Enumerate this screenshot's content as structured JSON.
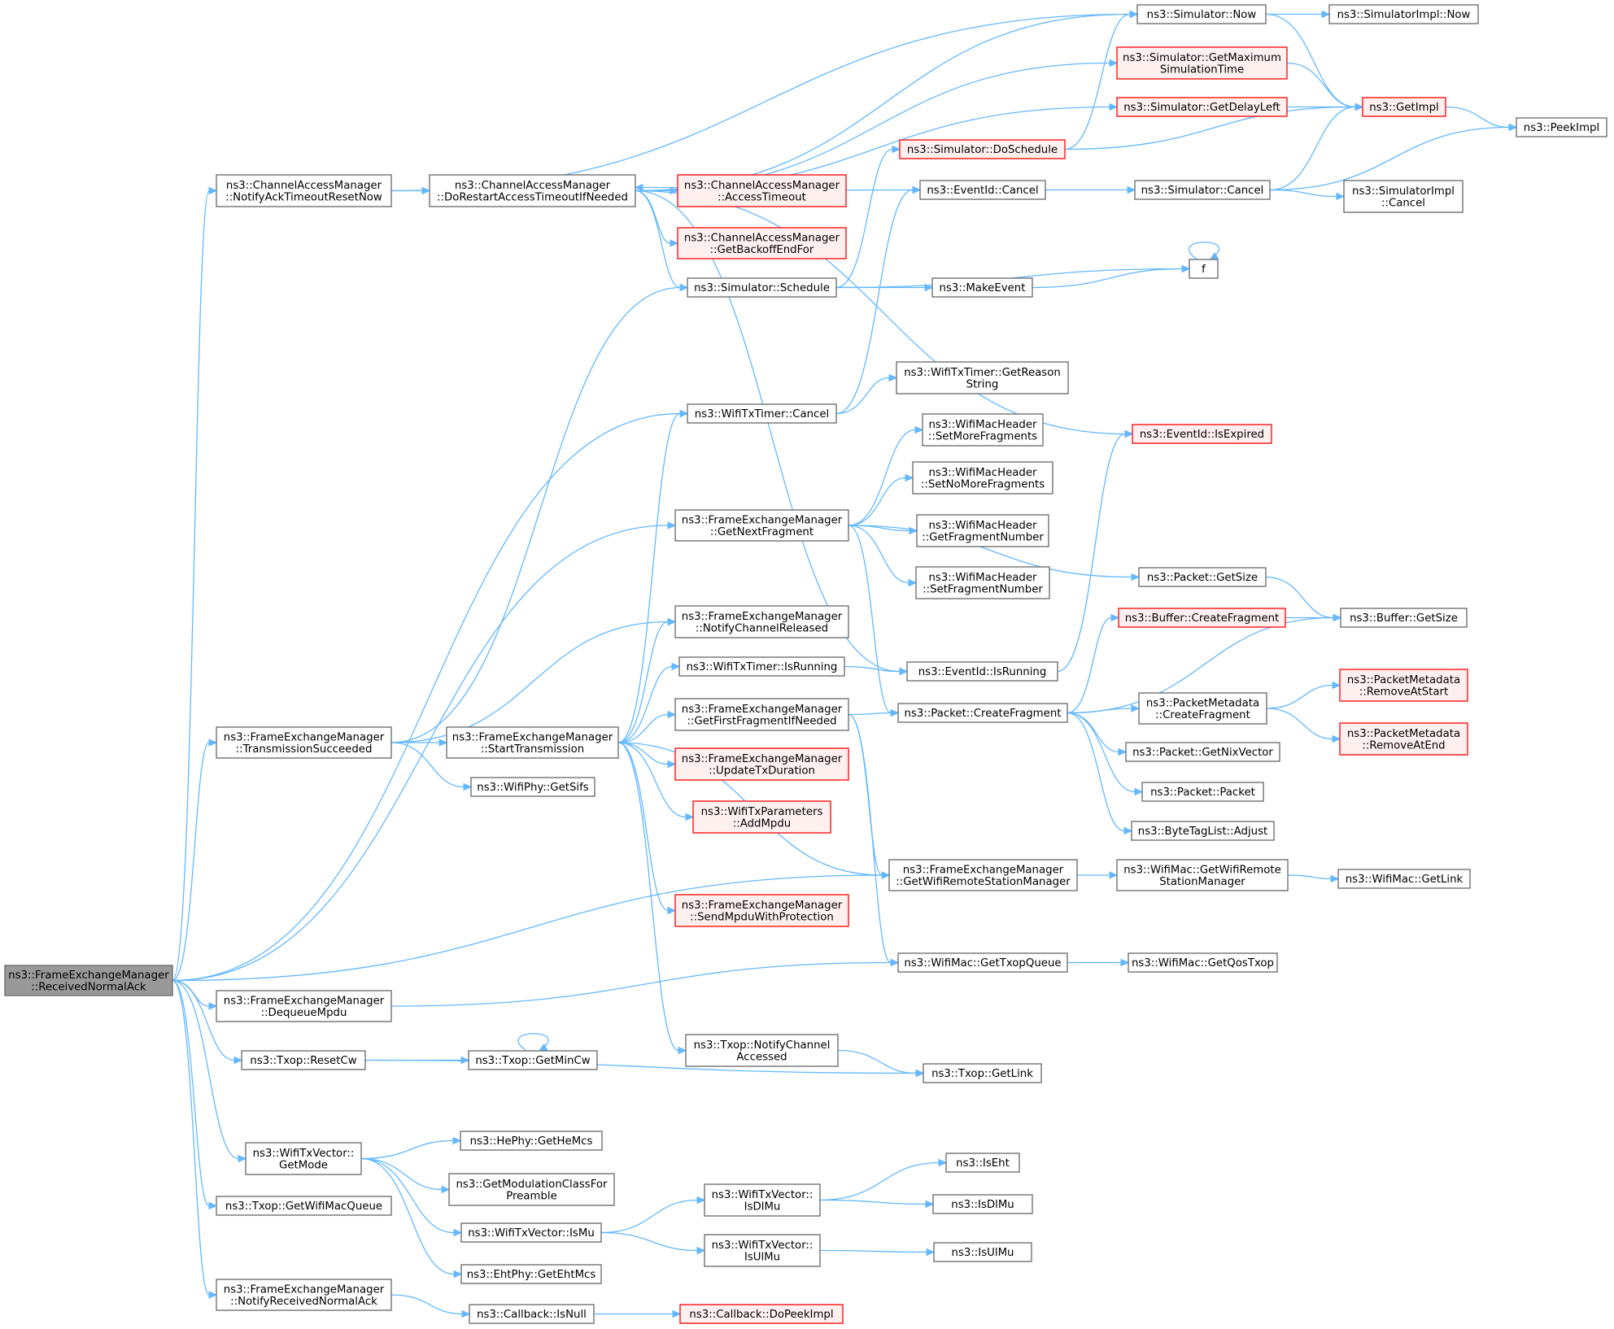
{
  "nodes": {
    "root": [
      "ns3::FrameExchangeManager",
      "::ReceivedNormalAck"
    ],
    "notifyAckTimeout": [
      "ns3::ChannelAccessManager",
      "::NotifyAckTimeoutResetNow"
    ],
    "doRestart": [
      "ns3::ChannelAccessManager",
      "::DoRestartAccessTimeoutIfNeeded"
    ],
    "simNow": [
      "ns3::Simulator::Now"
    ],
    "simImplNow": [
      "ns3::SimulatorImpl::Now"
    ],
    "getMaxSim": [
      "ns3::Simulator::GetMaximum",
      "SimulationTime"
    ],
    "getImpl": [
      "ns3::GetImpl"
    ],
    "peekImpl": [
      "ns3::PeekImpl"
    ],
    "getDelayLeft": [
      "ns3::Simulator::GetDelayLeft"
    ],
    "doSchedule": [
      "ns3::Simulator::DoSchedule"
    ],
    "accessTimeout": [
      "ns3::ChannelAccessManager",
      "::AccessTimeout"
    ],
    "eventCancel": [
      "ns3::EventId::Cancel"
    ],
    "simCancel": [
      "ns3::Simulator::Cancel"
    ],
    "simImplCancel": [
      "ns3::SimulatorImpl",
      "::Cancel"
    ],
    "getBackoff": [
      "ns3::ChannelAccessManager",
      "::GetBackoffEndFor"
    ],
    "f": [
      "f"
    ],
    "schedule": [
      "ns3::Simulator::Schedule"
    ],
    "makeEvent": [
      "ns3::MakeEvent"
    ],
    "getReason": [
      "ns3::WifiTxTimer::GetReason",
      "String"
    ],
    "txTimerCancel": [
      "ns3::WifiTxTimer::Cancel"
    ],
    "isExpired": [
      "ns3::EventId::IsExpired"
    ],
    "setMoreFrag": [
      "ns3::WifiMacHeader",
      "::SetMoreFragments"
    ],
    "setNoMoreFrag": [
      "ns3::WifiMacHeader",
      "::SetNoMoreFragments"
    ],
    "getNextFrag": [
      "ns3::FrameExchangeManager",
      "::GetNextFragment"
    ],
    "getFragNum": [
      "ns3::WifiMacHeader",
      "::GetFragmentNumber"
    ],
    "setFragNum": [
      "ns3::WifiMacHeader",
      "::SetFragmentNumber"
    ],
    "pktGetSize": [
      "ns3::Packet::GetSize"
    ],
    "bufCreateFrag": [
      "ns3::Buffer::CreateFragment"
    ],
    "bufGetSize": [
      "ns3::Buffer::GetSize"
    ],
    "notifyChanReleased": [
      "ns3::FrameExchangeManager",
      "::NotifyChannelReleased"
    ],
    "txTimerIsRunning": [
      "ns3::WifiTxTimer::IsRunning"
    ],
    "eventIsRunning": [
      "ns3::EventId::IsRunning"
    ],
    "pmRemoveStart": [
      "ns3::PacketMetadata",
      "::RemoveAtStart"
    ],
    "getFirstFrag": [
      "ns3::FrameExchangeManager",
      "::GetFirstFragmentIfNeeded"
    ],
    "pktCreateFrag": [
      "ns3::Packet::CreateFragment"
    ],
    "pmCreateFrag": [
      "ns3::PacketMetadata",
      "::CreateFragment"
    ],
    "pmRemoveEnd": [
      "ns3::PacketMetadata",
      "::RemoveAtEnd"
    ],
    "txSucceeded": [
      "ns3::FrameExchangeManager",
      "::TransmissionSucceeded"
    ],
    "startTx": [
      "ns3::FrameExchangeManager",
      "::StartTransmission"
    ],
    "updateTxDur": [
      "ns3::FrameExchangeManager",
      "::UpdateTxDuration"
    ],
    "getNixVector": [
      "ns3::Packet::GetNixVector"
    ],
    "getSifs": [
      "ns3::WifiPhy::GetSifs"
    ],
    "packet": [
      "ns3::Packet::Packet"
    ],
    "addMpdu": [
      "ns3::WifiTxParameters",
      "::AddMpdu"
    ],
    "byteTagAdjust": [
      "ns3::ByteTagList::Adjust"
    ],
    "getWifiRsm": [
      "ns3::FrameExchangeManager",
      "::GetWifiRemoteStationManager"
    ],
    "macGetWifiRsm": [
      "ns3::WifiMac::GetWifiRemote",
      "StationManager"
    ],
    "macGetLink": [
      "ns3::WifiMac::GetLink"
    ],
    "sendMpdu": [
      "ns3::FrameExchangeManager",
      "::SendMpduWithProtection"
    ],
    "getTxopQueue": [
      "ns3::WifiMac::GetTxopQueue"
    ],
    "getQosTxop": [
      "ns3::WifiMac::GetQosTxop"
    ],
    "dequeueMpdu": [
      "ns3::FrameExchangeManager",
      "::DequeueMpdu"
    ],
    "notifyChanAccessed": [
      "ns3::Txop::NotifyChannel",
      "Accessed"
    ],
    "resetCw": [
      "ns3::Txop::ResetCw"
    ],
    "getMinCw": [
      "ns3::Txop::GetMinCw"
    ],
    "txopGetLink": [
      "ns3::Txop::GetLink"
    ],
    "getHeMcs": [
      "ns3::HePhy::GetHeMcs"
    ],
    "txVecGetMode": [
      "ns3::WifiTxVector::",
      "GetMode"
    ],
    "isEht": [
      "ns3::IsEht"
    ],
    "getModClass": [
      "ns3::GetModulationClassFor",
      "Preamble"
    ],
    "txVecIsDlMu": [
      "ns3::WifiTxVector::",
      "IsDlMu"
    ],
    "isDlMu": [
      "ns3::IsDlMu"
    ],
    "getWifiMacQueue": [
      "ns3::Txop::GetWifiMacQueue"
    ],
    "txVecIsMu": [
      "ns3::WifiTxVector::IsMu"
    ],
    "txVecIsUlMu": [
      "ns3::WifiTxVector::",
      "IsUlMu"
    ],
    "isUlMu": [
      "ns3::IsUlMu"
    ],
    "getEhtMcs": [
      "ns3::EhtPhy::GetEhtMcs"
    ],
    "notifyRecvAck": [
      "ns3::FrameExchangeManager",
      "::NotifyReceivedNormalAck"
    ],
    "cbIsNull": [
      "ns3::Callback::IsNull"
    ],
    "cbDoPeek": [
      "ns3::Callback::DoPeekImpl"
    ]
  },
  "truncated_nodes": [
    "getMaxSim",
    "getImpl",
    "getDelayLeft",
    "doSchedule",
    "accessTimeout",
    "getBackoff",
    "isExpired",
    "bufCreateFrag",
    "pmRemoveStart",
    "pmRemoveEnd",
    "updateTxDur",
    "addMpdu",
    "sendMpdu",
    "cbDoPeek"
  ],
  "root_node": "root",
  "edges": [
    [
      "root",
      "notifyAckTimeout"
    ],
    [
      "root",
      "txTimerCancel"
    ],
    [
      "root",
      "getNextFrag"
    ],
    [
      "root",
      "txSucceeded"
    ],
    [
      "root",
      "getWifiRsm"
    ],
    [
      "root",
      "dequeueMpdu"
    ],
    [
      "root",
      "resetCw"
    ],
    [
      "root",
      "txVecGetMode"
    ],
    [
      "root",
      "getWifiMacQueue"
    ],
    [
      "root",
      "notifyRecvAck"
    ],
    [
      "notifyAckTimeout",
      "simNow"
    ],
    [
      "notifyAckTimeout",
      "doRestart"
    ],
    [
      "doRestart",
      "simNow"
    ],
    [
      "doRestart",
      "getMaxSim"
    ],
    [
      "doRestart",
      "getDelayLeft"
    ],
    [
      "doRestart",
      "accessTimeout"
    ],
    [
      "doRestart",
      "eventCancel"
    ],
    [
      "doRestart",
      "getBackoff"
    ],
    [
      "doRestart",
      "schedule"
    ],
    [
      "doRestart",
      "isExpired"
    ],
    [
      "doRestart",
      "eventIsRunning"
    ],
    [
      "accessTimeout",
      "doRestart"
    ],
    [
      "simNow",
      "simImplNow"
    ],
    [
      "simNow",
      "getImpl"
    ],
    [
      "getMaxSim",
      "getImpl"
    ],
    [
      "getDelayLeft",
      "getImpl"
    ],
    [
      "getImpl",
      "peekImpl"
    ],
    [
      "doSchedule",
      "simNow"
    ],
    [
      "doSchedule",
      "getImpl"
    ],
    [
      "eventCancel",
      "simCancel"
    ],
    [
      "simCancel",
      "getImpl"
    ],
    [
      "simCancel",
      "peekImpl"
    ],
    [
      "simCancel",
      "simImplCancel"
    ],
    [
      "schedule",
      "doSchedule"
    ],
    [
      "schedule",
      "f"
    ],
    [
      "schedule",
      "makeEvent"
    ],
    [
      "makeEvent",
      "f"
    ],
    [
      "f",
      "f"
    ],
    [
      "txTimerCancel",
      "eventCancel"
    ],
    [
      "txTimerCancel",
      "getReason"
    ],
    [
      "getNextFrag",
      "setMoreFrag"
    ],
    [
      "getNextFrag",
      "setNoMoreFrag"
    ],
    [
      "getNextFrag",
      "getFragNum"
    ],
    [
      "getNextFrag",
      "setFragNum"
    ],
    [
      "getNextFrag",
      "pktGetSize"
    ],
    [
      "getNextFrag",
      "pktCreateFrag"
    ],
    [
      "pktGetSize",
      "bufGetSize"
    ],
    [
      "bufCreateFrag",
      "bufGetSize"
    ],
    [
      "txSucceeded",
      "schedule"
    ],
    [
      "txSucceeded",
      "notifyChanReleased"
    ],
    [
      "txSucceeded",
      "startTx"
    ],
    [
      "txSucceeded",
      "getSifs"
    ],
    [
      "startTx",
      "txTimerCancel"
    ],
    [
      "startTx",
      "notifyChanReleased"
    ],
    [
      "startTx",
      "txTimerIsRunning"
    ],
    [
      "startTx",
      "getFirstFrag"
    ],
    [
      "startTx",
      "updateTxDur"
    ],
    [
      "startTx",
      "addMpdu"
    ],
    [
      "startTx",
      "getWifiRsm"
    ],
    [
      "startTx",
      "sendMpdu"
    ],
    [
      "startTx",
      "notifyChanAccessed"
    ],
    [
      "txTimerIsRunning",
      "eventIsRunning"
    ],
    [
      "eventIsRunning",
      "isExpired"
    ],
    [
      "getFirstFrag",
      "pktCreateFrag"
    ],
    [
      "getFirstFrag",
      "getWifiRsm"
    ],
    [
      "getFirstFrag",
      "getTxopQueue"
    ],
    [
      "pktCreateFrag",
      "bufCreateFrag"
    ],
    [
      "pktCreateFrag",
      "bufGetSize"
    ],
    [
      "pktCreateFrag",
      "pmCreateFrag"
    ],
    [
      "pktCreateFrag",
      "getNixVector"
    ],
    [
      "pktCreateFrag",
      "packet"
    ],
    [
      "pktCreateFrag",
      "byteTagAdjust"
    ],
    [
      "pmCreateFrag",
      "pmRemoveStart"
    ],
    [
      "pmCreateFrag",
      "pmRemoveEnd"
    ],
    [
      "getWifiRsm",
      "macGetWifiRsm"
    ],
    [
      "macGetWifiRsm",
      "macGetLink"
    ],
    [
      "dequeueMpdu",
      "getTxopQueue"
    ],
    [
      "getTxopQueue",
      "getQosTxop"
    ],
    [
      "notifyChanAccessed",
      "txopGetLink"
    ],
    [
      "resetCw",
      "getMinCw"
    ],
    [
      "resetCw",
      "txopGetLink"
    ],
    [
      "getMinCw",
      "getMinCw"
    ],
    [
      "txVecGetMode",
      "getHeMcs"
    ],
    [
      "txVecGetMode",
      "getModClass"
    ],
    [
      "txVecGetMode",
      "txVecIsMu"
    ],
    [
      "txVecGetMode",
      "getEhtMcs"
    ],
    [
      "txVecIsMu",
      "txVecIsDlMu"
    ],
    [
      "txVecIsMu",
      "txVecIsUlMu"
    ],
    [
      "txVecIsDlMu",
      "isEht"
    ],
    [
      "txVecIsDlMu",
      "isDlMu"
    ],
    [
      "txVecIsUlMu",
      "isUlMu"
    ],
    [
      "notifyRecvAck",
      "cbIsNull"
    ],
    [
      "cbIsNull",
      "cbDoPeek"
    ]
  ],
  "colors": {
    "edge": "#63b8ff",
    "node_border": "#666666",
    "truncated_border": "#ff0000",
    "truncated_fill": "#fff0f0",
    "root_fill": "#999999"
  }
}
